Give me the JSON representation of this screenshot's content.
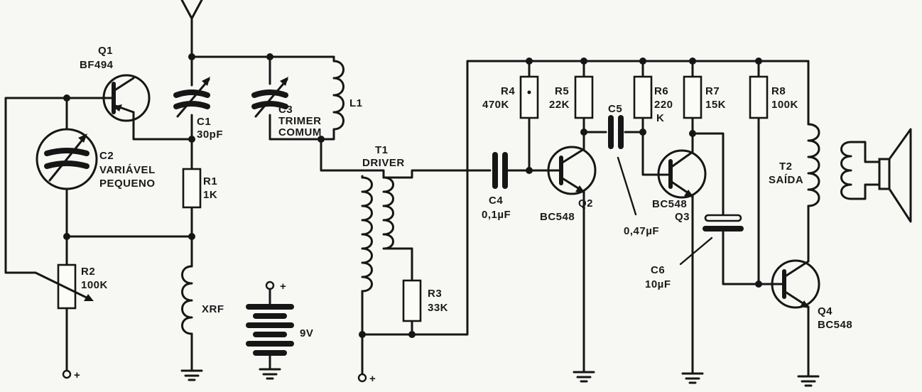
{
  "labels": {
    "q1": "Q1",
    "q1_part": "BF494",
    "c1": "C1",
    "c1_value": "30pF",
    "c3": "C3",
    "c3_desc1": "TRIMER",
    "c3_desc2": "COMUM",
    "l1": "L1",
    "c2": "C2",
    "c2_desc1": "VARIÁVEL",
    "c2_desc2": "PEQUENO",
    "r1": "R1",
    "r1_value": "1K",
    "r2": "R2",
    "r2_value": "100K",
    "xrf": "XRF",
    "battery": "9V",
    "plus1": "+",
    "plus2": "+",
    "plus3": "+",
    "t1": "T1",
    "t1_desc": "DRIVER",
    "r3": "R3",
    "r3_value": "33K",
    "c4": "C4",
    "c4_value": "0,1µF",
    "r4": "R4",
    "r4_value": "470K",
    "r5": "R5",
    "r5_value": "22K",
    "q2": "Q2",
    "q2_part": "BC548",
    "c5": "C5",
    "c5_value": "0,47µF",
    "r6": "R6",
    "r6_value1": "220",
    "r6_value2": "K",
    "r7": "R7",
    "r7_value": "15K",
    "q3_part": "BC548",
    "q3": "Q3",
    "r8": "R8",
    "r8_value": "100K",
    "t2": "T2",
    "t2_desc": "SAÍDA",
    "c6": "C6",
    "c6_value": "10µF",
    "q4": "Q4",
    "q4_part": "BC548"
  }
}
